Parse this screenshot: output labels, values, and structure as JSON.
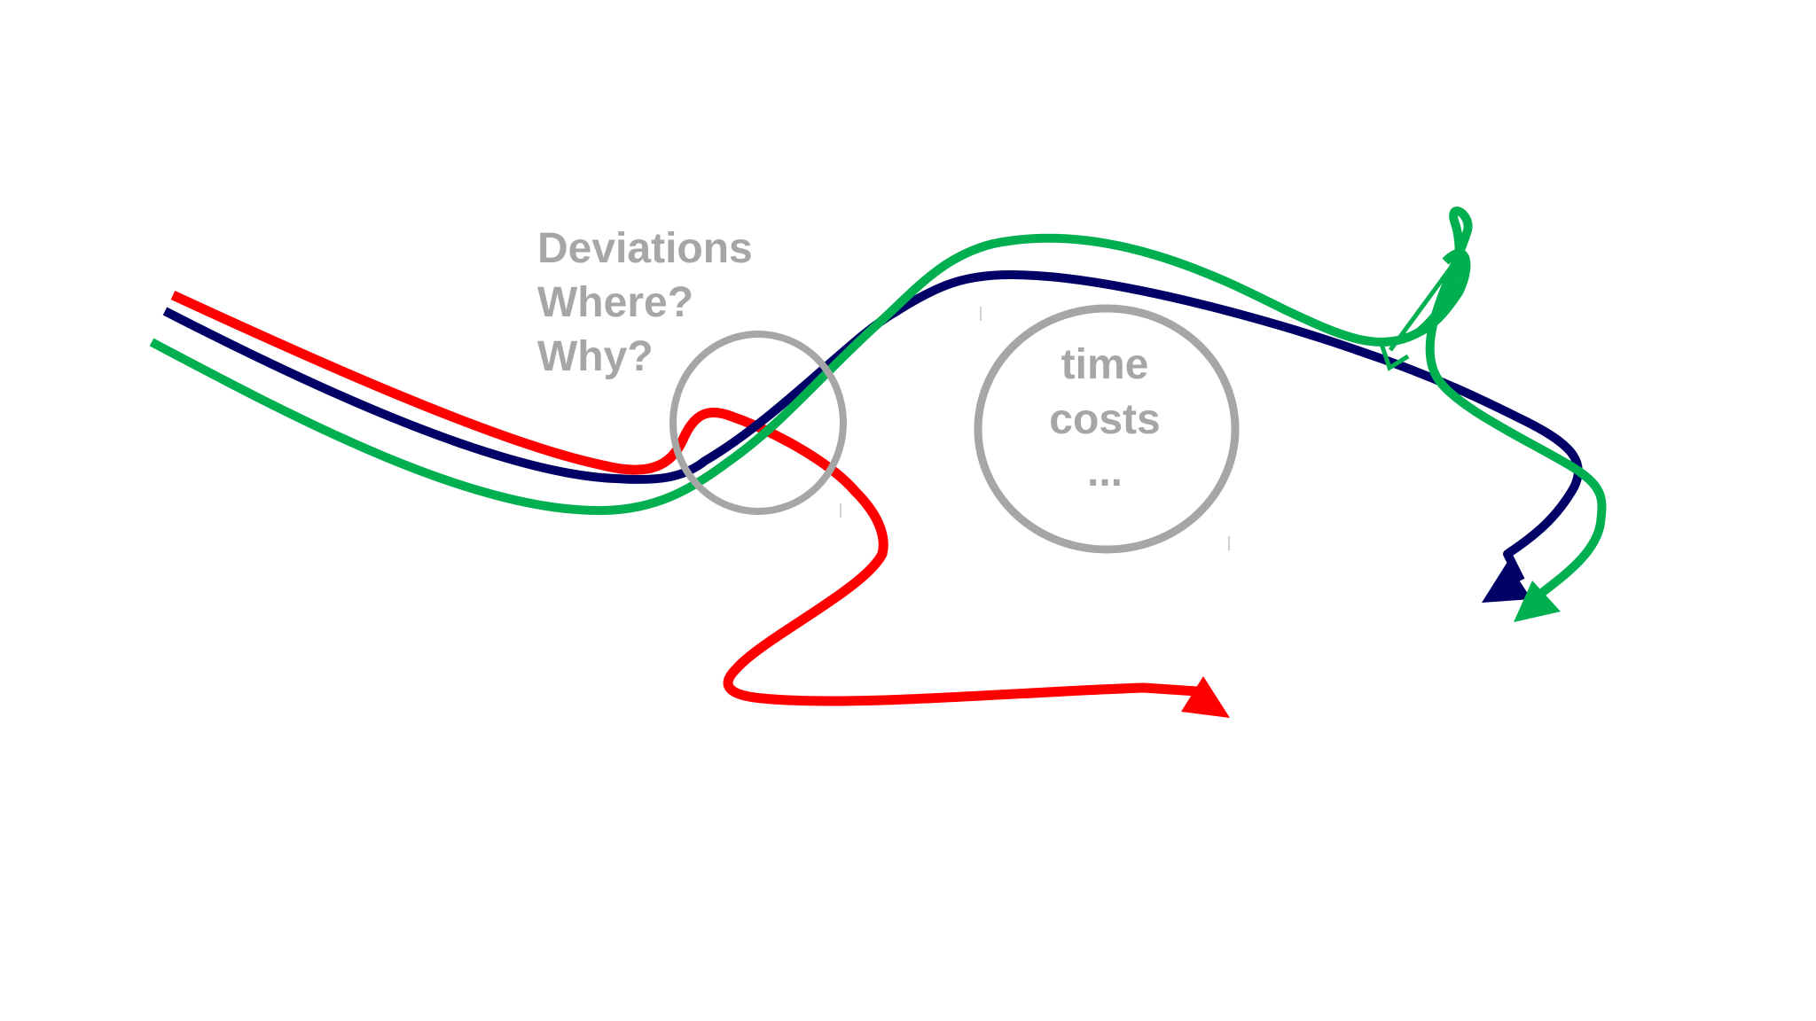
{
  "colors": {
    "red_path": "#ff0000",
    "navy_path": "#000066",
    "green_path": "#00b050",
    "annotation_gray": "#a6a6a6",
    "background": "#ffffff"
  },
  "annotations": {
    "deviations": {
      "line1": "Deviations",
      "line2": "Where?",
      "line3": "Why?"
    },
    "circle_note": {
      "line1": "time",
      "line2": "costs",
      "line3": "..."
    }
  }
}
